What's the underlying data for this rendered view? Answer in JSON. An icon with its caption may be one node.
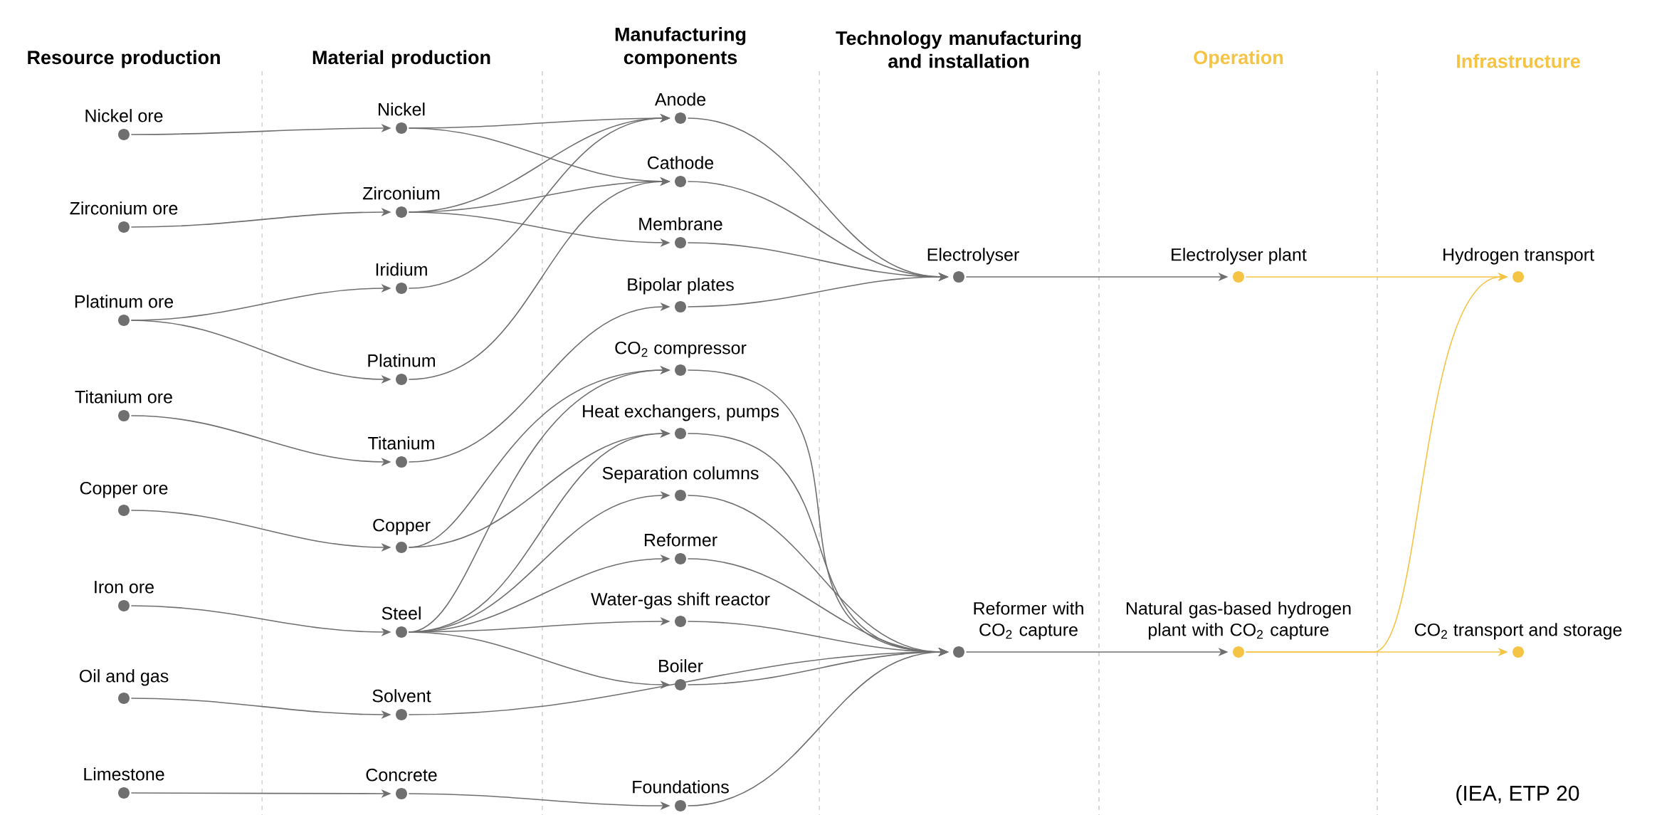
{
  "diagram": {
    "nodes": [
      {
        "text": [
          "Nickel ore"
        ]
      },
      {
        "text": [
          "Zirconium ore"
        ]
      },
      {
        "text": [
          "Platinum ore"
        ]
      },
      {
        "text": [
          "Titanium ore"
        ]
      },
      {
        "text": [
          "Copper ore"
        ]
      },
      {
        "text": [
          "Iron ore"
        ]
      },
      {
        "text": [
          "Oil and gas"
        ]
      },
      {
        "text": [
          "Limestone"
        ]
      },
      {
        "text": [
          "Nickel"
        ]
      },
      {
        "text": [
          "Zirconium"
        ]
      },
      {
        "text": [
          "Iridium"
        ]
      },
      {
        "text": [
          "Platinum"
        ]
      },
      {
        "text": [
          "Titanium"
        ]
      },
      {
        "text": [
          "Copper"
        ]
      },
      {
        "text": [
          "Steel"
        ]
      },
      {
        "text": [
          "Solvent"
        ]
      },
      {
        "text": [
          "Concrete"
        ]
      },
      {
        "text": [
          "Anode"
        ]
      },
      {
        "text": [
          "Cathode"
        ]
      },
      {
        "text": [
          "Membrane"
        ]
      },
      {
        "text": [
          "Bipolar plates"
        ]
      },
      {
        "text": [
          "CO$_{2}$ compressor"
        ]
      },
      {
        "text": [
          "Heat exchangers, pumps"
        ]
      },
      {
        "text": [
          "Separation columns"
        ]
      },
      {
        "text": [
          "Reformer"
        ]
      },
      {
        "text": [
          "Water-gas shift reactor"
        ]
      },
      {
        "text": [
          "Boiler"
        ]
      },
      {
        "text": [
          "Foundations"
        ]
      },
      {
        "text": [
          "Electrolyser"
        ]
      },
      {
        "text": [
          "Reformer with CO$_{2}$ capture"
        ]
      },
      {
        "text": [
          "Electrolyser plant"
        ]
      },
      {
        "text": [
          "Natural gas-based hydrogen plant with CO$_{2}$ capture"
        ]
      },
      {
        "text": [
          "Hydrogen transport"
        ]
      },
      {
        "text": [
          "CO$_{2}$ transport and storage"
        ]
      }
    ],
    "edges": [
      {
        "from": 0,
        "to": 8,
        "arrow": "to"
      },
      {
        "from": 1,
        "to": 9,
        "arrow": "to"
      },
      {
        "from": 2,
        "to": 10,
        "arrow": "to"
      },
      {
        "from": 2,
        "to": 11,
        "arrow": "to"
      },
      {
        "from": 3,
        "to": 12,
        "arrow": "to"
      },
      {
        "from": 4,
        "to": 13,
        "arrow": "to"
      },
      {
        "from": 5,
        "to": 14,
        "arrow": "to"
      },
      {
        "from": 6,
        "to": 15,
        "arrow": "to"
      },
      {
        "from": 7,
        "to": 16,
        "arrow": "to"
      },
      {
        "from": 8,
        "to": 17,
        "arrow": "to"
      },
      {
        "from": 8,
        "to": 18,
        "arrow": "to"
      },
      {
        "from": 9,
        "to": 17,
        "arrow": "to"
      },
      {
        "from": 9,
        "to": 18,
        "arrow": "to"
      },
      {
        "from": 9,
        "to": 19,
        "arrow": "to"
      },
      {
        "from": 10,
        "to": 17,
        "arrow": "to"
      },
      {
        "from": 11,
        "to": 18,
        "arrow": "to"
      },
      {
        "from": 12,
        "to": 20,
        "arrow": "to"
      },
      {
        "from": 13,
        "to": 21,
        "arrow": "to"
      },
      {
        "from": 13,
        "to": 22,
        "arrow": "to"
      },
      {
        "from": 14,
        "to": 21,
        "arrow": "to"
      },
      {
        "from": 14,
        "to": 22,
        "arrow": "to"
      },
      {
        "from": 14,
        "to": 23,
        "arrow": "to"
      },
      {
        "from": 14,
        "to": 24,
        "arrow": "to"
      },
      {
        "from": 14,
        "to": 25,
        "arrow": "to"
      },
      {
        "from": 14,
        "to": 26,
        "arrow": "to"
      },
      {
        "from": 16,
        "to": 27,
        "arrow": "to"
      },
      {
        "from": 17,
        "to": 28,
        "arrow": "to"
      },
      {
        "from": 18,
        "to": 28,
        "arrow": "to"
      },
      {
        "from": 19,
        "to": 28,
        "arrow": "to"
      },
      {
        "from": 20,
        "to": 28,
        "arrow": "to"
      },
      {
        "from": 21,
        "to": 29,
        "arrow": "to"
      },
      {
        "from": 22,
        "to": 29,
        "arrow": "to"
      },
      {
        "from": 23,
        "to": 29,
        "arrow": "to"
      },
      {
        "from": 24,
        "to": 29,
        "arrow": "to"
      },
      {
        "from": 25,
        "to": 29,
        "arrow": "to"
      },
      {
        "from": 26,
        "to": 29,
        "arrow": "to"
      },
      {
        "from": 15,
        "to": 29,
        "arrow": "to"
      },
      {
        "from": 27,
        "to": 29,
        "arrow": "to"
      },
      {
        "from": 28,
        "to": 30,
        "arrow": "to"
      },
      {
        "from": 29,
        "to": 31,
        "arrow": "to"
      },
      {
        "from": 30,
        "to": 32,
        "arrow": "to",
        "color": "#f6c445"
      },
      {
        "from": 31,
        "to": 32,
        "arrow": "to",
        "color": "#f6c445"
      },
      {
        "from": 31,
        "to": 33,
        "arrow": "to",
        "color": "#f6c445"
      }
    ],
    "labels": [
      "Resource production",
      "Material production",
      "Manufacturing components",
      "Technology manufacturing and installation",
      "Operation",
      "Infrastructure",
      "(IEA, ETP 20"
    ]
  }
}
